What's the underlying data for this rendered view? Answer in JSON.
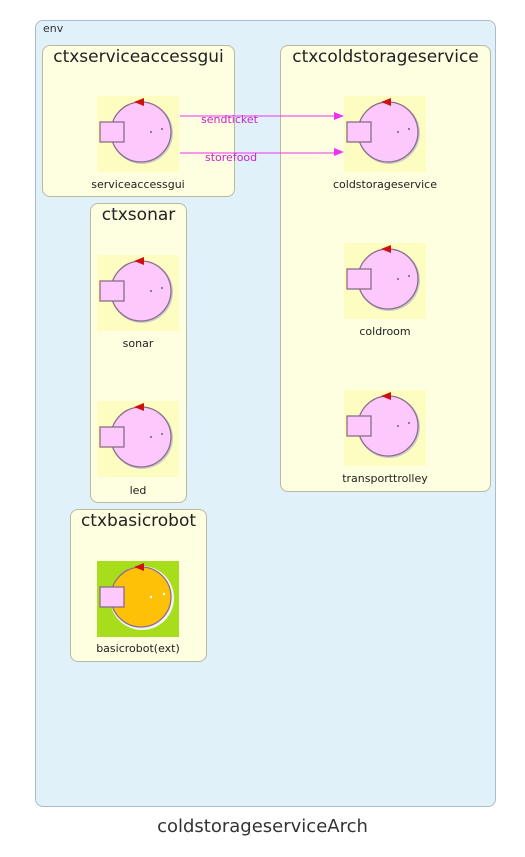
{
  "diagram": {
    "title": "coldstorageserviceArch",
    "env_label": "env"
  },
  "contexts": {
    "gui": {
      "title": "ctxserviceaccessgui",
      "actor": "serviceaccessgui"
    },
    "cold": {
      "title": "ctxcoldstorageservice",
      "actors": [
        "coldstorageservice",
        "coldroom",
        "transporttrolley"
      ]
    },
    "sonar": {
      "title": "ctxsonar",
      "actors": [
        "sonar",
        "led"
      ]
    },
    "robot": {
      "title": "ctxbasicrobot",
      "actor": "basicrobot(ext)"
    }
  },
  "messages": [
    "sendticket",
    "storefood"
  ],
  "colors": {
    "env_bg": "#e1f1fa",
    "context_bg": "#fefee0",
    "actor_body": "#fdc9fd",
    "external_body": "#ffc107",
    "external_bg": "#a8dd1c",
    "message": "#ee33ee"
  },
  "icons": [
    "actor-icon",
    "external-actor-icon",
    "arrowhead-icon"
  ]
}
